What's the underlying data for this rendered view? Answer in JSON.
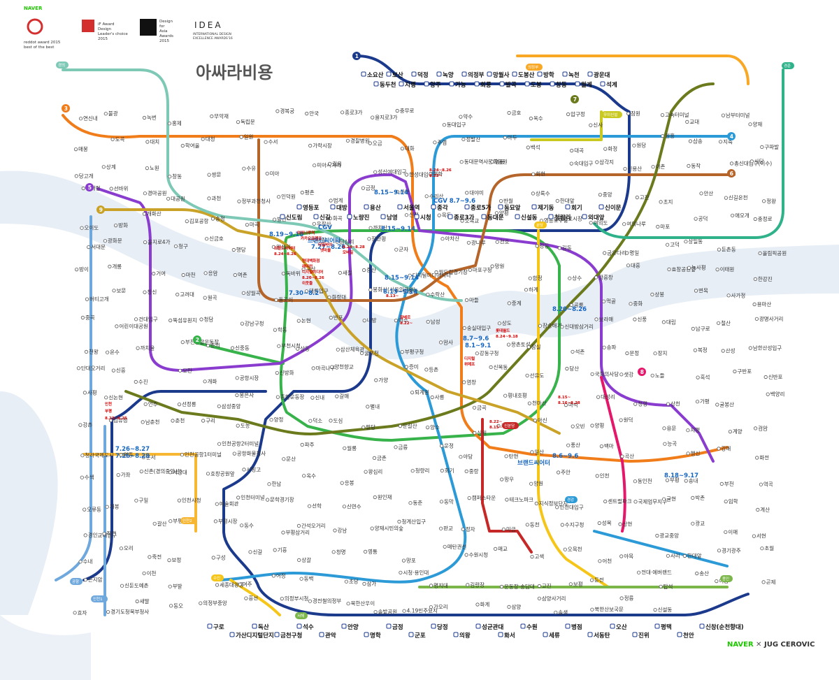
{
  "title": "아싸라비용",
  "awards": {
    "naver_top": "NAVER",
    "reddot": [
      "reddot award 2015",
      "best of the best"
    ],
    "it_award": [
      "iF Award",
      "Design",
      "Leader's choice",
      "2015"
    ],
    "dfa": [
      "Design",
      "for",
      "Asia",
      "Awards",
      "2015"
    ],
    "idea": [
      "IDEA",
      "INTERNATIONAL DESIGN",
      "EXCELLENCE AWARDS'16"
    ]
  },
  "footer": {
    "naver": "NAVER",
    "x": "✕",
    "jug": "JUG CEROVIC"
  },
  "colors": {
    "line1": "#1b3a8c",
    "line2": "#38b24a",
    "line3": "#f07d1a",
    "line4": "#2c9ad6",
    "line5": "#8a3ccf",
    "line6": "#b5652a",
    "line7": "#6b7a1c",
    "line8": "#e5176b",
    "line9": "#c9a227",
    "airport": "#6fa8dc",
    "gyeongui": "#7ec8b6",
    "bundang": "#f5c518",
    "shinbundang": "#c62828",
    "suin": "#f5c518",
    "uijeongbu": "#f9a825",
    "water": "#e7eef6"
  },
  "line_badges": [
    "1",
    "2",
    "3",
    "4",
    "5",
    "6",
    "7",
    "8",
    "9"
  ],
  "stations_major": [
    "소요산",
    "동두천",
    "보산",
    "지행",
    "덕정",
    "양주",
    "녹양",
    "가능",
    "의정부",
    "회룡",
    "망월사",
    "발곡",
    "도봉산",
    "도봉",
    "방학",
    "창동",
    "녹천",
    "월계",
    "광운대",
    "석계",
    "신이문",
    "외대앞",
    "회기",
    "청량리",
    "제기동",
    "신설동",
    "동묘앞",
    "동대문",
    "종로5가",
    "종로3가",
    "종각",
    "시청",
    "서울역",
    "남영",
    "용산",
    "노량진",
    "대방",
    "신길",
    "영등포",
    "신도림",
    "구로",
    "가산디지털단지",
    "독산",
    "금천구청",
    "석수",
    "관악",
    "안양",
    "명학",
    "금정",
    "군포",
    "당정",
    "의왕",
    "성균관대",
    "화서",
    "수원",
    "세류",
    "병점",
    "서동탄",
    "오산",
    "진위",
    "평택",
    "천안",
    "신창(순천향대)"
  ],
  "stations": [
    {
      "n": "연신내"
    },
    {
      "n": "불광"
    },
    {
      "n": "녹번"
    },
    {
      "n": "홍제"
    },
    {
      "n": "무악재"
    },
    {
      "n": "독립문"
    },
    {
      "n": "경복궁"
    },
    {
      "n": "안국"
    },
    {
      "n": "종로3가"
    },
    {
      "n": "을지로3가"
    },
    {
      "n": "충무로"
    },
    {
      "n": "동대입구"
    },
    {
      "n": "약수"
    },
    {
      "n": "금호"
    },
    {
      "n": "옥수"
    },
    {
      "n": "압구정"
    },
    {
      "n": "신사"
    },
    {
      "n": "잠원"
    },
    {
      "n": "고속터미널"
    },
    {
      "n": "교대"
    },
    {
      "n": "남부터미널"
    },
    {
      "n": "양재"
    },
    {
      "n": "매봉"
    },
    {
      "n": "도곡"
    },
    {
      "n": "대치"
    },
    {
      "n": "학여울"
    },
    {
      "n": "대청"
    },
    {
      "n": "일원"
    },
    {
      "n": "수서"
    },
    {
      "n": "가락시장"
    },
    {
      "n": "경찰병원"
    },
    {
      "n": "오금"
    },
    {
      "n": "대화"
    },
    {
      "n": "주엽"
    },
    {
      "n": "정발산"
    },
    {
      "n": "마두"
    },
    {
      "n": "백석"
    },
    {
      "n": "대곡"
    },
    {
      "n": "화정"
    },
    {
      "n": "원당"
    },
    {
      "n": "원흥"
    },
    {
      "n": "삼송"
    },
    {
      "n": "지축"
    },
    {
      "n": "구파발"
    },
    {
      "n": "당고개"
    },
    {
      "n": "상계"
    },
    {
      "n": "노원"
    },
    {
      "n": "창동"
    },
    {
      "n": "쌍문"
    },
    {
      "n": "수유"
    },
    {
      "n": "미아"
    },
    {
      "n": "미아사거리"
    },
    {
      "n": "길음"
    },
    {
      "n": "성신여대입구"
    },
    {
      "n": "한성대입구"
    },
    {
      "n": "혜화"
    },
    {
      "n": "동대문역사문화공원"
    },
    {
      "n": "명동"
    },
    {
      "n": "회현"
    },
    {
      "n": "숙대입구"
    },
    {
      "n": "삼각지"
    },
    {
      "n": "신용산"
    },
    {
      "n": "이촌"
    },
    {
      "n": "동작"
    },
    {
      "n": "총신대입구(이수)"
    },
    {
      "n": "사당"
    },
    {
      "n": "남태령"
    },
    {
      "n": "선바위"
    },
    {
      "n": "경마공원"
    },
    {
      "n": "대공원"
    },
    {
      "n": "과천"
    },
    {
      "n": "정부과천청사"
    },
    {
      "n": "인덕원"
    },
    {
      "n": "평촌"
    },
    {
      "n": "범계"
    },
    {
      "n": "금정"
    },
    {
      "n": "산본"
    },
    {
      "n": "수리산"
    },
    {
      "n": "대야미"
    },
    {
      "n": "반월"
    },
    {
      "n": "상록수"
    },
    {
      "n": "한대앞"
    },
    {
      "n": "중앙"
    },
    {
      "n": "고잔"
    },
    {
      "n": "초지"
    },
    {
      "n": "안산"
    },
    {
      "n": "신길온천"
    },
    {
      "n": "정왕"
    },
    {
      "n": "오이도"
    },
    {
      "n": "방화"
    },
    {
      "n": "개화산"
    },
    {
      "n": "김포공항"
    },
    {
      "n": "송정"
    },
    {
      "n": "마곡"
    },
    {
      "n": "발산"
    },
    {
      "n": "우장산"
    },
    {
      "n": "화곡"
    },
    {
      "n": "까치산"
    },
    {
      "n": "신정"
    },
    {
      "n": "목동"
    },
    {
      "n": "오목교"
    },
    {
      "n": "양평"
    },
    {
      "n": "영등포구청"
    },
    {
      "n": "영등포시장"
    },
    {
      "n": "여의도"
    },
    {
      "n": "여의나루"
    },
    {
      "n": "마포"
    },
    {
      "n": "공덕"
    },
    {
      "n": "애오개"
    },
    {
      "n": "충정로"
    },
    {
      "n": "서대문"
    },
    {
      "n": "광화문"
    },
    {
      "n": "을지로4가"
    },
    {
      "n": "청구"
    },
    {
      "n": "신금호"
    },
    {
      "n": "행당"
    },
    {
      "n": "왕십리"
    },
    {
      "n": "마장"
    },
    {
      "n": "답십리"
    },
    {
      "n": "장한평"
    },
    {
      "n": "군자"
    },
    {
      "n": "아차산"
    },
    {
      "n": "광나루"
    },
    {
      "n": "천호"
    },
    {
      "n": "강동"
    },
    {
      "n": "길동"
    },
    {
      "n": "굽은다리"
    },
    {
      "n": "명일"
    },
    {
      "n": "고덕"
    },
    {
      "n": "상일동"
    },
    {
      "n": "둔촌동"
    },
    {
      "n": "올림픽공원"
    },
    {
      "n": "방이"
    },
    {
      "n": "개롱"
    },
    {
      "n": "거여"
    },
    {
      "n": "마천"
    },
    {
      "n": "응암"
    },
    {
      "n": "역촌"
    },
    {
      "n": "독바위"
    },
    {
      "n": "구산"
    },
    {
      "n": "새절"
    },
    {
      "n": "증산"
    },
    {
      "n": "디지털미디어시티"
    },
    {
      "n": "월드컵경기장"
    },
    {
      "n": "마포구청"
    },
    {
      "n": "망원"
    },
    {
      "n": "합정"
    },
    {
      "n": "상수"
    },
    {
      "n": "광흥창"
    },
    {
      "n": "대흥"
    },
    {
      "n": "효창공원앞"
    },
    {
      "n": "녹사평"
    },
    {
      "n": "이태원"
    },
    {
      "n": "한강진"
    },
    {
      "n": "버티고개"
    },
    {
      "n": "보문"
    },
    {
      "n": "창신"
    },
    {
      "n": "고려대"
    },
    {
      "n": "월곡"
    },
    {
      "n": "상월곡"
    },
    {
      "n": "돌곶이"
    },
    {
      "n": "태릉입구"
    },
    {
      "n": "화랑대"
    },
    {
      "n": "봉화산(서울의료원)"
    },
    {
      "n": "장암"
    },
    {
      "n": "수락산"
    },
    {
      "n": "마들"
    },
    {
      "n": "중계"
    },
    {
      "n": "하계"
    },
    {
      "n": "공릉"
    },
    {
      "n": "먹골"
    },
    {
      "n": "중화"
    },
    {
      "n": "상봉"
    },
    {
      "n": "면목"
    },
    {
      "n": "사가정"
    },
    {
      "n": "용마산"
    },
    {
      "n": "중곡"
    },
    {
      "n": "어린이대공원"
    },
    {
      "n": "건대입구"
    },
    {
      "n": "뚝섬유원지"
    },
    {
      "n": "청담"
    },
    {
      "n": "강남구청"
    },
    {
      "n": "학동"
    },
    {
      "n": "논현"
    },
    {
      "n": "반포"
    },
    {
      "n": "내방"
    },
    {
      "n": "이수"
    },
    {
      "n": "남성"
    },
    {
      "n": "숭실대입구"
    },
    {
      "n": "상도"
    },
    {
      "n": "장승배기"
    },
    {
      "n": "신대방삼거리"
    },
    {
      "n": "보라매"
    },
    {
      "n": "신풍"
    },
    {
      "n": "대림"
    },
    {
      "n": "남구로"
    },
    {
      "n": "철산"
    },
    {
      "n": "광명사거리"
    },
    {
      "n": "천왕"
    },
    {
      "n": "온수"
    },
    {
      "n": "까치울"
    },
    {
      "n": "부천종합운동장"
    },
    {
      "n": "춘의"
    },
    {
      "n": "신중동"
    },
    {
      "n": "부천시청"
    },
    {
      "n": "상동"
    },
    {
      "n": "삼산체육관"
    },
    {
      "n": "굴포천"
    },
    {
      "n": "부평구청"
    },
    {
      "n": "암사"
    },
    {
      "n": "강동구청"
    },
    {
      "n": "몽촌토성"
    },
    {
      "n": "잠실"
    },
    {
      "n": "석촌"
    },
    {
      "n": "송파"
    },
    {
      "n": "문정"
    },
    {
      "n": "장지"
    },
    {
      "n": "복정"
    },
    {
      "n": "산성"
    },
    {
      "n": "남한산성입구"
    },
    {
      "n": "단대오거리"
    },
    {
      "n": "신흥"
    },
    {
      "n": "수진"
    },
    {
      "n": "모란"
    },
    {
      "n": "개화"
    },
    {
      "n": "공항시장"
    },
    {
      "n": "신방화"
    },
    {
      "n": "마곡나루"
    },
    {
      "n": "양천향교"
    },
    {
      "n": "가양"
    },
    {
      "n": "증미"
    },
    {
      "n": "등촌"
    },
    {
      "n": "염창"
    },
    {
      "n": "신목동"
    },
    {
      "n": "선유도"
    },
    {
      "n": "당산"
    },
    {
      "n": "국회의사당"
    },
    {
      "n": "샛강"
    },
    {
      "n": "노들"
    },
    {
      "n": "흑석"
    },
    {
      "n": "구반포"
    },
    {
      "n": "신반포"
    },
    {
      "n": "사평"
    },
    {
      "n": "신논현"
    },
    {
      "n": "언주"
    },
    {
      "n": "선정릉"
    },
    {
      "n": "삼성중앙"
    },
    {
      "n": "봉은사"
    },
    {
      "n": "종합운동장"
    },
    {
      "n": "신내"
    },
    {
      "n": "갈매"
    },
    {
      "n": "별내"
    },
    {
      "n": "퇴계원"
    },
    {
      "n": "사릉"
    },
    {
      "n": "금곡"
    },
    {
      "n": "평내호평"
    },
    {
      "n": "천마산"
    },
    {
      "n": "마석"
    },
    {
      "n": "대성리"
    },
    {
      "n": "청평"
    },
    {
      "n": "상천"
    },
    {
      "n": "가평"
    },
    {
      "n": "굴봉산"
    },
    {
      "n": "백양리"
    },
    {
      "n": "강촌"
    },
    {
      "n": "김유정"
    },
    {
      "n": "남춘천"
    },
    {
      "n": "춘천"
    },
    {
      "n": "구리"
    },
    {
      "n": "도농"
    },
    {
      "n": "양정"
    },
    {
      "n": "덕소"
    },
    {
      "n": "도심"
    },
    {
      "n": "팔당"
    },
    {
      "n": "운길산"
    },
    {
      "n": "양수"
    },
    {
      "n": "신원"
    },
    {
      "n": "국수"
    },
    {
      "n": "아신"
    },
    {
      "n": "오빈"
    },
    {
      "n": "양평"
    },
    {
      "n": "원덕"
    },
    {
      "n": "용문"
    },
    {
      "n": "지평"
    },
    {
      "n": "계양"
    },
    {
      "n": "검암"
    },
    {
      "n": "청라국제도시"
    },
    {
      "n": "영종"
    },
    {
      "n": "운서"
    },
    {
      "n": "인천공항1터미널"
    },
    {
      "n": "인천공항2터미널"
    },
    {
      "n": "공항화물청사"
    },
    {
      "n": "문산"
    },
    {
      "n": "파주"
    },
    {
      "n": "월롱"
    },
    {
      "n": "금촌"
    },
    {
      "n": "금릉"
    },
    {
      "n": "운정"
    },
    {
      "n": "야당"
    },
    {
      "n": "탄현"
    },
    {
      "n": "일산"
    },
    {
      "n": "풍산"
    },
    {
      "n": "백마"
    },
    {
      "n": "곡산"
    },
    {
      "n": "능곡"
    },
    {
      "n": "행신"
    },
    {
      "n": "강매"
    },
    {
      "n": "화전"
    },
    {
      "n": "수색"
    },
    {
      "n": "가좌"
    },
    {
      "n": "신촌(경의중앙선)"
    },
    {
      "n": "서강대"
    },
    {
      "n": "효창공원앞"
    },
    {
      "n": "서빙고"
    },
    {
      "n": "한남"
    },
    {
      "n": "옥수"
    },
    {
      "n": "응봉"
    },
    {
      "n": "왕십리"
    },
    {
      "n": "청량리"
    },
    {
      "n": "회기"
    },
    {
      "n": "중랑"
    },
    {
      "n": "망우"
    },
    {
      "n": "양원"
    },
    {
      "n": "주안"
    },
    {
      "n": "인천"
    },
    {
      "n": "동인천"
    },
    {
      "n": "부평"
    },
    {
      "n": "송내"
    },
    {
      "n": "부천"
    },
    {
      "n": "역곡"
    },
    {
      "n": "오류동"
    },
    {
      "n": "개봉"
    },
    {
      "n": "구일"
    },
    {
      "n": "인천시청"
    },
    {
      "n": "예술회관"
    },
    {
      "n": "인천터미널"
    },
    {
      "n": "문학경기장"
    },
    {
      "n": "선학"
    },
    {
      "n": "신연수"
    },
    {
      "n": "원인재"
    },
    {
      "n": "동춘"
    },
    {
      "n": "동막"
    },
    {
      "n": "캠퍼스타운"
    },
    {
      "n": "테크노파크"
    },
    {
      "n": "지식정보단지"
    },
    {
      "n": "인천대입구"
    },
    {
      "n": "센트럴파크"
    },
    {
      "n": "국제업무지구"
    },
    {
      "n": "귤현"
    },
    {
      "n": "박촌"
    },
    {
      "n": "임학"
    },
    {
      "n": "계산"
    },
    {
      "n": "경인교대입구"
    },
    {
      "n": "작전"
    },
    {
      "n": "갈산"
    },
    {
      "n": "부평구청"
    },
    {
      "n": "부평시장"
    },
    {
      "n": "동수"
    },
    {
      "n": "부평삼거리"
    },
    {
      "n": "간석오거리"
    },
    {
      "n": "강남"
    },
    {
      "n": "양재시민의숲"
    },
    {
      "n": "청계산입구"
    },
    {
      "n": "판교"
    },
    {
      "n": "정자"
    },
    {
      "n": "미금"
    },
    {
      "n": "동천"
    },
    {
      "n": "수지구청"
    },
    {
      "n": "성복"
    },
    {
      "n": "상현"
    },
    {
      "n": "광교중앙"
    },
    {
      "n": "광교"
    },
    {
      "n": "이매"
    },
    {
      "n": "서현"
    },
    {
      "n": "수내"
    },
    {
      "n": "오리"
    },
    {
      "n": "죽전"
    },
    {
      "n": "보정"
    },
    {
      "n": "구성"
    },
    {
      "n": "신갈"
    },
    {
      "n": "기흥"
    },
    {
      "n": "상갈"
    },
    {
      "n": "청명"
    },
    {
      "n": "영통"
    },
    {
      "n": "망포"
    },
    {
      "n": "매탄권선"
    },
    {
      "n": "수원시청"
    },
    {
      "n": "매교"
    },
    {
      "n": "고색"
    },
    {
      "n": "오목천"
    },
    {
      "n": "어천"
    },
    {
      "n": "야목"
    },
    {
      "n": "사리"
    },
    {
      "n": "한대앞"
    },
    {
      "n": "경기광주"
    },
    {
      "n": "초월"
    },
    {
      "n": "곤지암"
    },
    {
      "n": "신둔도예촌"
    },
    {
      "n": "이천"
    },
    {
      "n": "부발"
    },
    {
      "n": "세종대왕릉"
    },
    {
      "n": "여주"
    },
    {
      "n": "어정"
    },
    {
      "n": "동백"
    },
    {
      "n": "초당"
    },
    {
      "n": "삼가"
    },
    {
      "n": "시청·용인대"
    },
    {
      "n": "명지대"
    },
    {
      "n": "김량장"
    },
    {
      "n": "운동장·송담대"
    },
    {
      "n": "고진"
    },
    {
      "n": "보평"
    },
    {
      "n": "둔전"
    },
    {
      "n": "전대·에버랜드"
    },
    {
      "n": "탑석"
    },
    {
      "n": "송산"
    },
    {
      "n": "어룡"
    },
    {
      "n": "곤제"
    },
    {
      "n": "효자"
    },
    {
      "n": "경기도청북부청사"
    },
    {
      "n": "새말"
    },
    {
      "n": "동오"
    },
    {
      "n": "의정부중앙"
    },
    {
      "n": "흥선"
    },
    {
      "n": "의정부시청"
    },
    {
      "n": "경전철의정부"
    },
    {
      "n": "북한산우이"
    },
    {
      "n": "솔밭공원"
    },
    {
      "n": "4.19민주묘지"
    },
    {
      "n": "가오리"
    },
    {
      "n": "화계"
    },
    {
      "n": "삼양"
    },
    {
      "n": "삼양사거리"
    },
    {
      "n": "솔샘"
    },
    {
      "n": "북한산보국문"
    },
    {
      "n": "정릉"
    },
    {
      "n": "신설동"
    }
  ],
  "annotations_blue": [
    "8.19~9.18",
    "CGV",
    "브랜드씨어터",
    "7.27~8.26",
    "8.15~9.14",
    "8.15~9.14",
    "8.15~9.14",
    "8.15~9.14",
    "CGV 8.7~9.6",
    "8.20~8.26",
    "7.30~8.2",
    "8.7~9.6",
    "8.1~9.1",
    "8.6~9.6",
    "8.18~9.17",
    "7.26~8.27",
    "7.26~8.28",
    "브랜드씨어터"
  ],
  "annotations_red": [
    "여의나루역",
    "카카오프렌즈",
    "브랜드씨어터",
    "8.24~8.26",
    "더밀바이",
    "넷마블",
    "8.24~8.28",
    "모바일",
    "현대백화점",
    "래미안",
    "디지털미디어",
    "8.20~8.26",
    "이웃들",
    "8.24~8.26",
    "8.23~",
    "8.13~",
    "알베르",
    "8.22~",
    "롯데월드",
    "8.24~9.18",
    "디지털",
    "위메프",
    "8.15~",
    "8.16~8.28",
    "인천",
    "부평",
    "8.23~8.25",
    "8.22~",
    "8.15~"
  ],
  "markers": [
    {
      "label": "신분당",
      "color": "#c62828"
    },
    {
      "label": "경강",
      "color": "#2c9ad6"
    },
    {
      "label": "경의",
      "color": "#7ec8b6"
    },
    {
      "label": "수인",
      "color": "#f5c518"
    },
    {
      "label": "서해",
      "color": "#7ab648"
    },
    {
      "label": "공항",
      "color": "#6fa8dc"
    },
    {
      "label": "의정부",
      "color": "#f9a825"
    },
    {
      "label": "인천2",
      "color": "#f7b733"
    },
    {
      "label": "인천1",
      "color": "#6fa8dc"
    },
    {
      "label": "우이신설",
      "color": "#c9c922"
    },
    {
      "label": "분당",
      "color": "#f5c518"
    },
    {
      "label": "경춘",
      "color": "#2fb28a"
    },
    {
      "label": "용인",
      "color": "#7ab648"
    }
  ]
}
